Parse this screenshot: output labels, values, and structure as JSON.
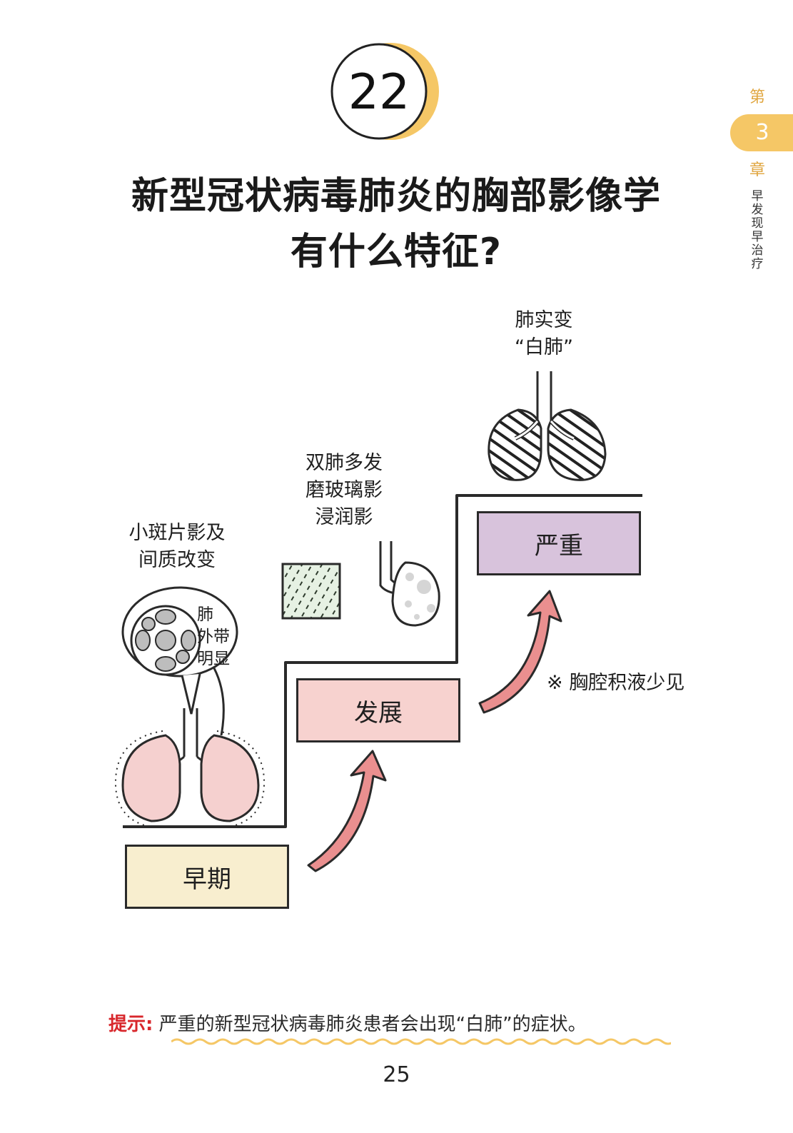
{
  "badge": {
    "number": "22"
  },
  "title": {
    "line1": "新型冠状病毒肺炎的胸部影像学",
    "line2": "有什么特征?"
  },
  "sidebar": {
    "di": "第",
    "chapter_number": "3",
    "zhang": "章",
    "chapter_title": "早发现早治疗"
  },
  "stages": {
    "early": {
      "label": "早期",
      "color": "#f8eecf"
    },
    "develop": {
      "label": "发展",
      "color": "#f7d2cf"
    },
    "severe": {
      "label": "严重",
      "color": "#d8c3dc"
    }
  },
  "annotations": {
    "early_desc": [
      "小斑片影及",
      "间质改变"
    ],
    "outer_zone": [
      "肺",
      "外带",
      "明显"
    ],
    "develop_desc": [
      "双肺多发",
      "磨玻璃影",
      "浸润影"
    ],
    "severe_desc": [
      "肺实变",
      "“白肺”"
    ],
    "effusion_note": "※ 胸腔积液少见"
  },
  "hint": {
    "key": "提示:",
    "text": "严重的新型冠状病毒肺炎患者会出现“白肺”的症状。"
  },
  "page_number": "25",
  "colors": {
    "accent_yellow": "#f5c766",
    "arrow_red": "#ea8f8f",
    "lung_pink": "#f5d0cf",
    "hint_red": "#d8262b"
  }
}
